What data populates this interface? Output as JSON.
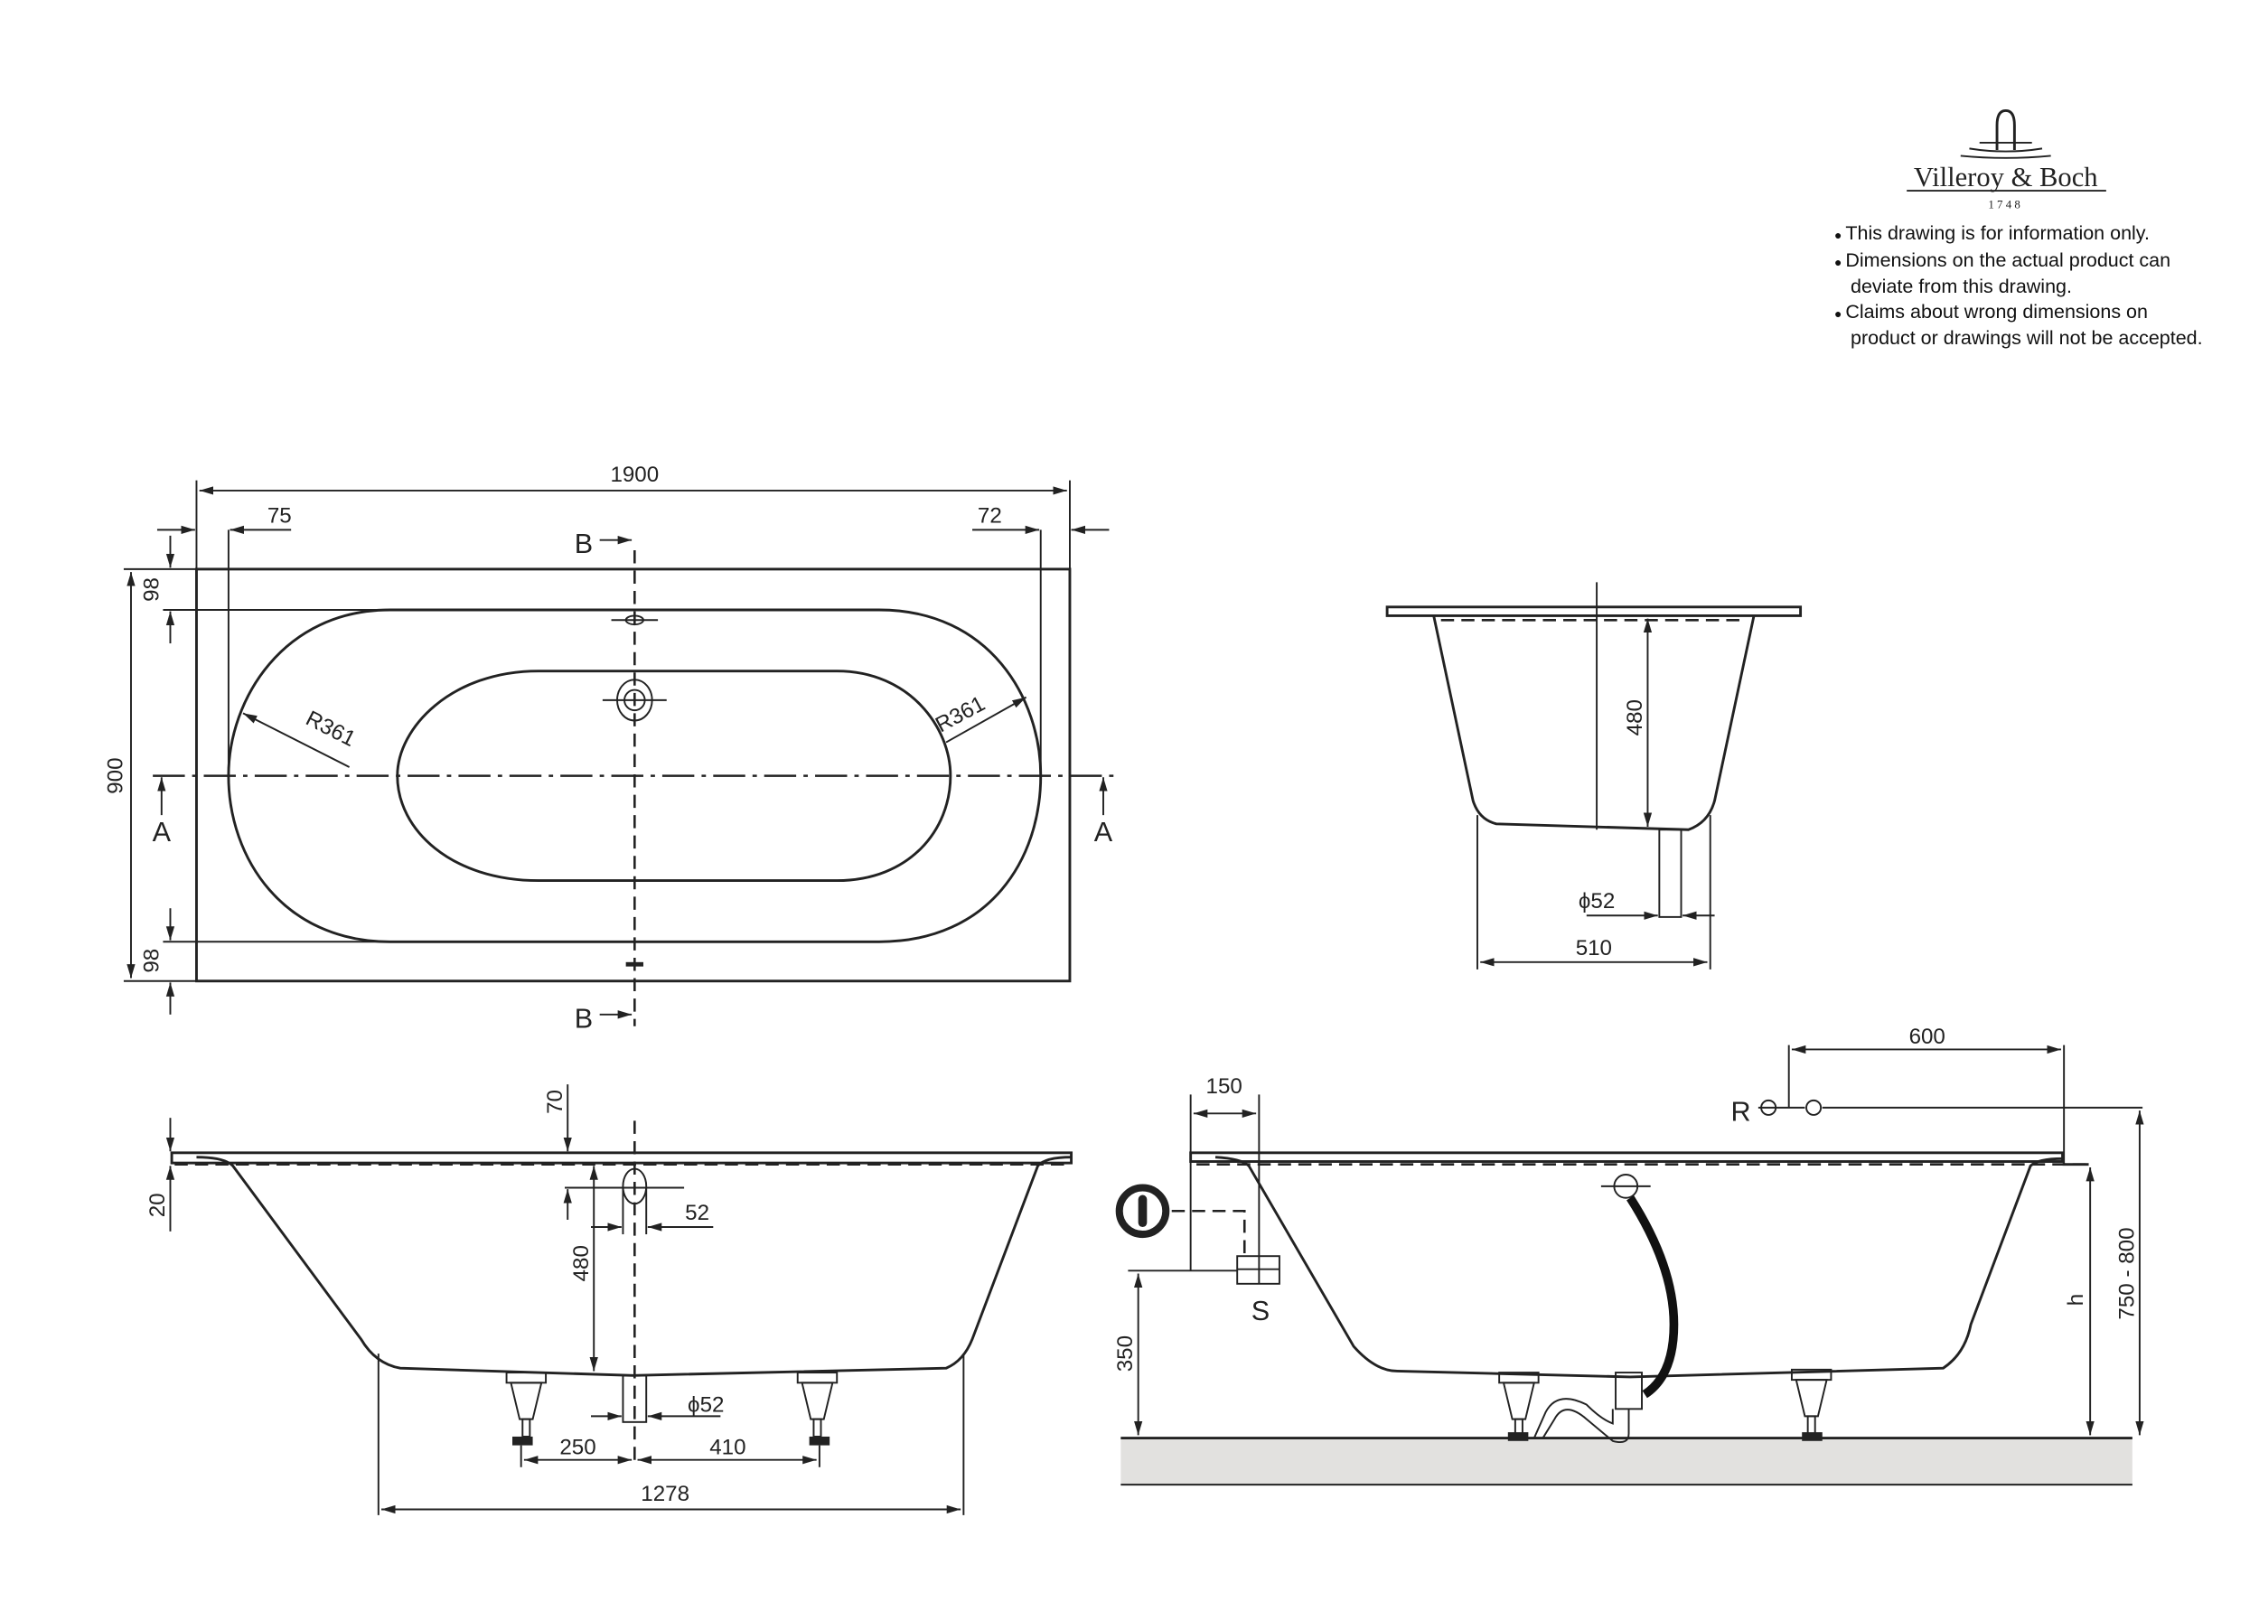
{
  "logo": {
    "name": "Villeroy & Boch",
    "year": "1748"
  },
  "notes": [
    "This drawing is for information only.",
    "Dimensions on the actual product can deviate from this drawing.",
    "Claims about wrong dimensions on product or drawings will not be accepted."
  ],
  "top_view": {
    "length": "1900",
    "left_offset": "75",
    "right_offset": "72",
    "top_rim": "98",
    "width": "900",
    "bottom_rim": "98",
    "radius_left": "R361",
    "radius_right": "R361",
    "section_a": "A",
    "section_b": "B"
  },
  "section_b_view": {
    "depth": "480",
    "drain_diameter": "ϕ52",
    "bottom_width": "510"
  },
  "section_a_view": {
    "rim_height": "20",
    "overflow_offset": "70",
    "depth": "480",
    "overflow_diameter": "52",
    "drain_diameter": "ϕ52",
    "leg_left": "250",
    "leg_right": "410",
    "bottom_length": "1278"
  },
  "installation_view": {
    "valve_offset": "150",
    "drain_height": "350",
    "s_label": "S",
    "r_label": "R",
    "r_distance": "600",
    "h_label": "h",
    "total_height": "750 - 800"
  }
}
